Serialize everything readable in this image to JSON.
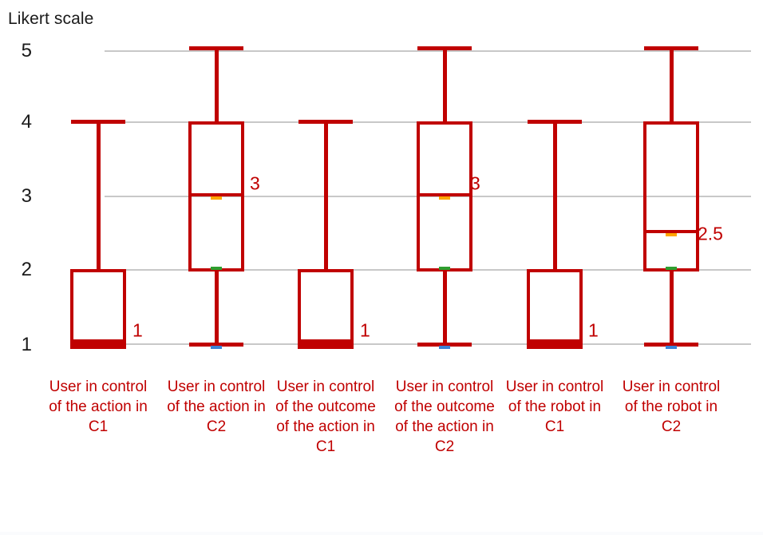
{
  "chart_data": {
    "type": "box",
    "title": "",
    "ylabel": "Likert scale",
    "xlabel": "",
    "ylim": [
      1,
      5
    ],
    "yticks": [
      "1",
      "2",
      "3",
      "4",
      "5"
    ],
    "grid": true,
    "legend": "none",
    "accent_color": "#c00000",
    "gridline_color": "#c8c8c8",
    "categories": [
      "User in\ncontrol of\nthe action in\nC1",
      "User in\ncontrol of\nthe action in\nC2",
      "User in\ncontrol of\nthe\noutcome of\nthe action in\nC1",
      "User in\ncontrol of\nthe\noutcome of\nthe action in\nC2",
      "User in\ncontrol of\nthe robot in\nC1",
      "User in\ncontrol of\nthe robot in\nC2"
    ],
    "boxes": [
      {
        "name": "User in control of the action in C1",
        "whisker_low": 1,
        "q1": 1,
        "median": 1,
        "q3": 2,
        "whisker_high": 4,
        "label": "1"
      },
      {
        "name": "User in control of the action in C2",
        "whisker_low": 1,
        "q1": 2,
        "median": 3,
        "q3": 4,
        "whisker_high": 5,
        "label": "3"
      },
      {
        "name": "User in control of the outcome of the action in C1",
        "whisker_low": 1,
        "q1": 1,
        "median": 1,
        "q3": 2,
        "whisker_high": 4,
        "label": "1"
      },
      {
        "name": "User in control of the outcome of the action in C2",
        "whisker_low": 1,
        "q1": 2,
        "median": 3,
        "q3": 4,
        "whisker_high": 5,
        "label": "3"
      },
      {
        "name": "User in control of the robot in C1",
        "whisker_low": 1,
        "q1": 1,
        "median": 1,
        "q3": 2,
        "whisker_high": 4,
        "label": "1"
      },
      {
        "name": "User in control of the robot in C2",
        "whisker_low": 1,
        "q1": 2,
        "median": 2.5,
        "q3": 4,
        "whisker_high": 5,
        "label": "2.5"
      }
    ]
  },
  "ylabels": {
    "t5": "5",
    "t4": "4",
    "t3": "3",
    "t2": "2",
    "t1": "1"
  },
  "axis": {
    "scale_title": "Likert scale"
  },
  "value_labels": {
    "b1": "1",
    "b2": "3",
    "b3": "1",
    "b4": "3",
    "b5": "1",
    "b6": "2.5"
  },
  "cat_labels": {
    "c1": "User in control of the action in C1",
    "c2": "User in control of the action in C2",
    "c3": "User in control of the outcome of the action in C1",
    "c4": "User in control of the outcome of the action in C2",
    "c5": "User in control of the robot in C1",
    "c6": "User in control of the robot in C2"
  }
}
